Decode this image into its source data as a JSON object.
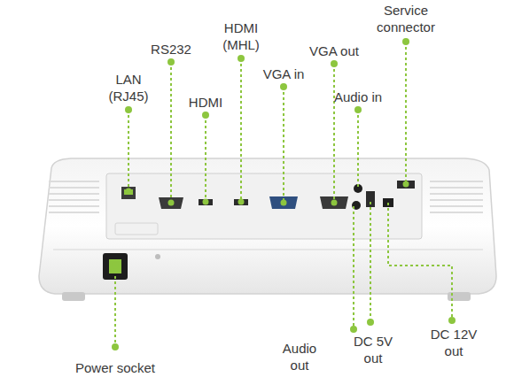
{
  "diagram": {
    "labels": [
      "LAN (RJ45)",
      "RS232",
      "HDMI",
      "HDMI (MHL)",
      "VGA in",
      "VGA out",
      "Audio in",
      "Service connector",
      "Power socket",
      "Audio out",
      "DC 5V out",
      "DC 12V out"
    ]
  }
}
